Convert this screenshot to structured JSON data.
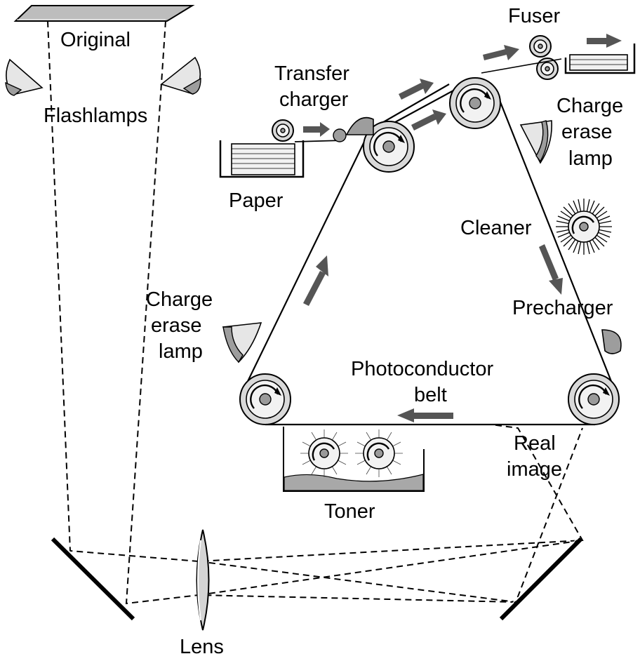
{
  "diagram": {
    "labels": {
      "original": "Original",
      "flashlamps": "Flashlamps",
      "transfer_charger_line1": "Transfer",
      "transfer_charger_line2": "charger",
      "paper": "Paper",
      "fuser": "Fuser",
      "charge_erase_lamp_right_line1": "Charge",
      "charge_erase_lamp_right_line2": "erase",
      "charge_erase_lamp_right_line3": "lamp",
      "cleaner": "Cleaner",
      "precharger": "Precharger",
      "charge_erase_lamp_left_line1": "Charge",
      "charge_erase_lamp_left_line2": "erase",
      "charge_erase_lamp_left_line3": "lamp",
      "photoconductor_belt_line1": "Photoconductor",
      "photoconductor_belt_line2": "belt",
      "real_image_line1": "Real",
      "real_image_line2": "image",
      "toner": "Toner",
      "lens": "Lens"
    },
    "colors": {
      "ink": "#000000",
      "arrow": "#555555",
      "roller_fill": "#d9d9d9",
      "lamp_shade": "#9d9d9d",
      "toner": "#a8a8a8"
    },
    "icons": {
      "roller": "roller-icon",
      "lamp": "lamp-icon",
      "flow_arrow": "flow-arrow-icon",
      "cleaner_brush": "brush-icon"
    }
  }
}
